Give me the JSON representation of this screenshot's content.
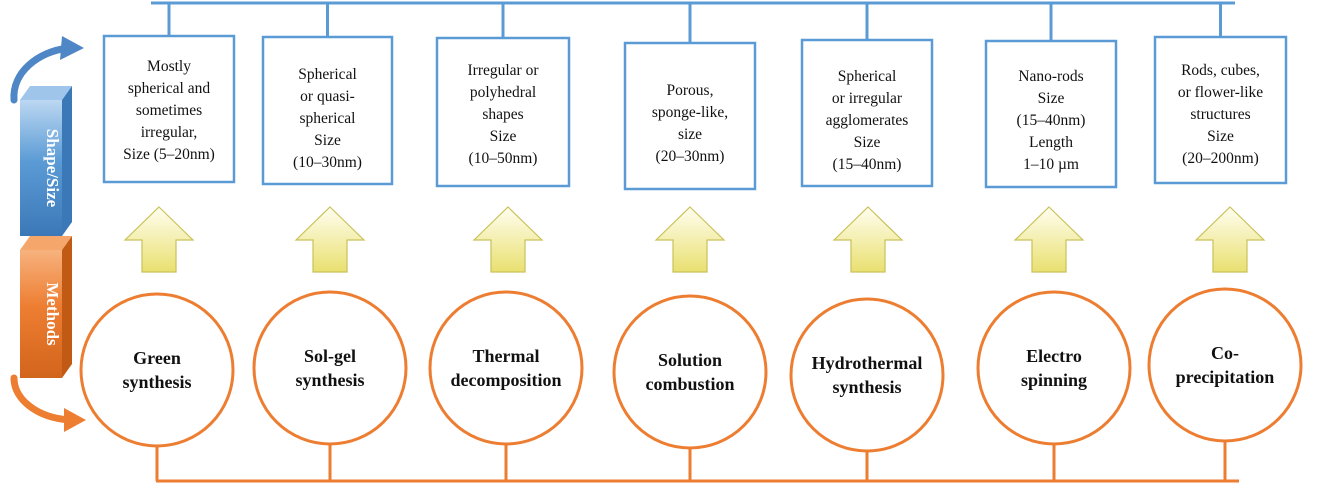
{
  "colors": {
    "blue_line": "#5b9bd5",
    "orange_line": "#ed7d31",
    "arrow_fill_top": "#fffde0",
    "arrow_fill_bottom": "#e8e070",
    "arrow_stroke": "#c9c25a"
  },
  "labels": {
    "shape_size": "Shape/Size",
    "methods": "Methods"
  },
  "columns": [
    {
      "method": [
        "Green",
        "synthesis"
      ],
      "shape": [
        "Mostly",
        "spherical and",
        "sometimes",
        "irregular,",
        "Size (5–20nm)"
      ]
    },
    {
      "method": [
        "Sol-gel",
        "synthesis"
      ],
      "shape": [
        "Spherical",
        "or quasi-",
        "spherical",
        "Size",
        "(10–30nm)"
      ]
    },
    {
      "method": [
        "Thermal",
        "decomposition"
      ],
      "shape": [
        "Irregular  or",
        "polyhedral",
        "shapes",
        "Size",
        "(10–50nm)"
      ]
    },
    {
      "method": [
        "Solution",
        "combustion"
      ],
      "shape": [
        "Porous,",
        "sponge-like,",
        "size",
        "(20–30nm)"
      ]
    },
    {
      "method": [
        "Hydrothermal",
        "synthesis"
      ],
      "shape": [
        "Spherical",
        "or irregular",
        "agglomerates",
        "Size",
        "(15–40nm)"
      ]
    },
    {
      "method": [
        "Electro",
        "spinning"
      ],
      "shape": [
        "Nano-rods",
        "Size",
        "(15–40nm)",
        "Length",
        "1–10 µm"
      ]
    },
    {
      "method": [
        "Co-",
        "precipitation"
      ],
      "shape": [
        "Rods, cubes,",
        "or flower-like",
        "structures",
        "Size",
        "(20–200nm)"
      ]
    }
  ]
}
